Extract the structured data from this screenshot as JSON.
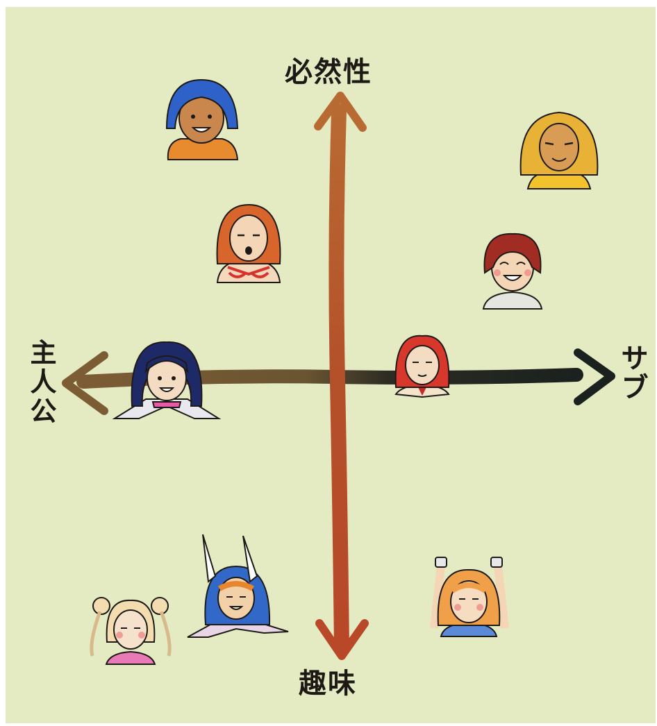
{
  "diagram": {
    "axes": {
      "top": "必然性",
      "bottom": "趣味",
      "left": "主人公",
      "right": "サブ"
    },
    "colors": {
      "background": "#e4ebc3",
      "vertical_axis": "#b6552a",
      "horizontal_axis_left": "#7a5a34",
      "horizontal_axis_right": "#1d2320",
      "ink": "#1d1a16"
    }
  }
}
